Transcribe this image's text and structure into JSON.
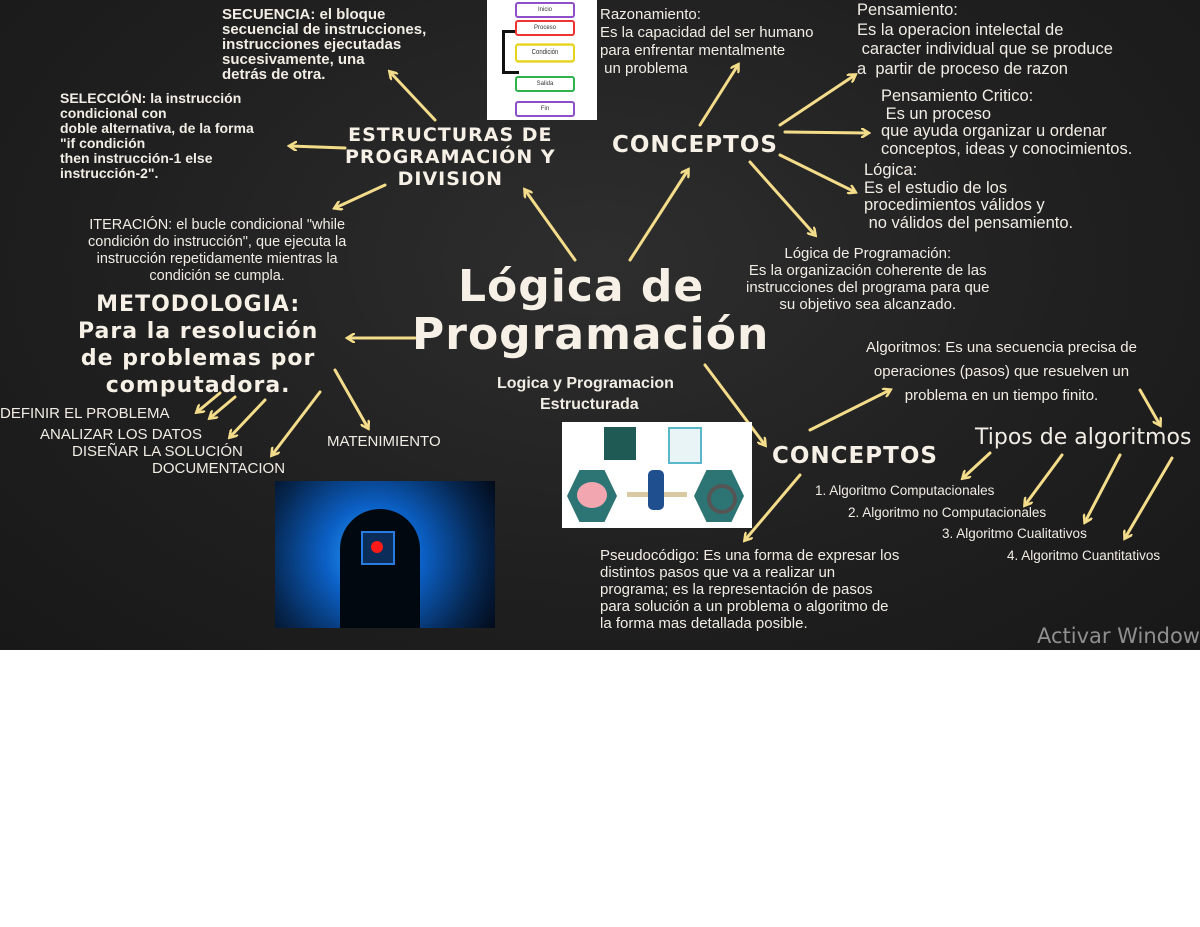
{
  "title": {
    "line1": "Lógica de",
    "line2": "Programación",
    "subtitle_line1": "Logica y Programacion",
    "subtitle_line2": "Estructurada"
  },
  "estructuras": {
    "heading": "ESTRUCTURAS DE\nPROGRAMACIÓN Y\nDIVISION",
    "secuencia": "SECUENCIA: el bloque\nsecuencial de instrucciones,\ninstrucciones ejecutadas\nsucesivamente, una\ndetrás de otra.",
    "seleccion": "SELECCIÓN: la instrucción\ncondicional con\ndoble alternativa, de la forma\n\"if condición\nthen instrucción-1 else\ninstrucción-2\".",
    "iteracion": "ITERACIÓN: el bucle condicional \"while\ncondición do instrucción\", que ejecuta la\ninstrucción repetidamente mientras la\ncondición se cumpla."
  },
  "flowchart": {
    "steps": [
      "Inicio",
      "Proceso",
      "Condición",
      "Salida",
      "Fin"
    ]
  },
  "conceptos_top": {
    "heading": "CONCEPTOS",
    "razonamiento": "Razonamiento:\nEs la capacidad del ser humano\npara enfrentar mentalmente\n un problema",
    "pensamiento": "Pensamiento:\nEs la operacion intelectal de\n caracter individual que se produce\na  partir de proceso de razon",
    "pensamiento_critico": "Pensamiento Critico:\n Es un proceso\nque ayuda organizar u ordenar\nconceptos, ideas y conocimientos.",
    "logica": "Lógica:\nEs el estudio de los\nprocedimientos válidos y\n no válidos del pensamiento.",
    "logica_programacion": "Lógica de Programación:\nEs la organización coherente de las\ninstrucciones del programa para que\nsu objetivo sea alcanzado."
  },
  "metodologia": {
    "heading": "METODOLOGIA:\nPara la resolución\nde problemas por\ncomputadora.",
    "steps": [
      "DEFINIR EL PROBLEMA",
      "ANALIZAR LOS DATOS",
      "DISEÑAR LA SOLUCIÓN",
      "DOCUMENTACION",
      "MATENIMIENTO"
    ]
  },
  "conceptos_bottom": {
    "heading": "CONCEPTOS",
    "algoritmos": "Algoritmos: Es una secuencia precisa de\noperaciones (pasos) que resuelven un\nproblema en un tiempo finito.",
    "pseudocodigo": "Pseudocódigo: Es una forma de expresar los\ndistintos pasos que va a realizar un\nprograma; es la representación de pasos\npara solución a un problema o algoritmo de\nla forma mas detallada posible.",
    "tipos_heading": "Tipos de algoritmos",
    "tipos": [
      "1. Algoritmo Computacionales",
      "2. Algoritmo no Computacionales",
      "3. Algoritmo Cualitativos",
      "4. Algoritmo Cuantitativos"
    ]
  },
  "watermark": "Activar Window",
  "colors": {
    "board": "#1f1f1f",
    "chalk_text": "#f1ede4",
    "arrow": "#f3dc8a"
  }
}
